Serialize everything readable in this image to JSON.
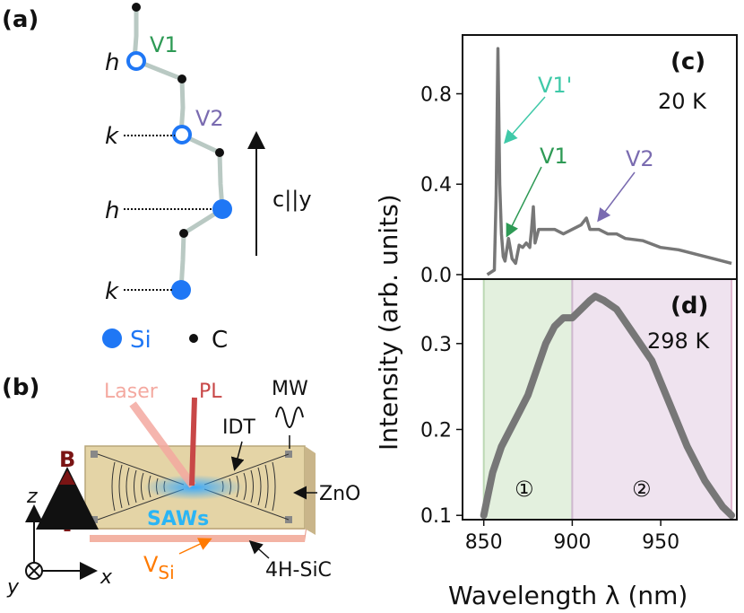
{
  "panel_a": {
    "label": "(a)",
    "site_labels": [
      "h",
      "k",
      "h",
      "k"
    ],
    "defect_labels": [
      "V1",
      "V2"
    ],
    "axis_label": "c||y",
    "legend": {
      "si": "Si",
      "c": "C"
    }
  },
  "panel_b": {
    "label": "(b)",
    "labels": {
      "laser": "Laser",
      "pl": "PL",
      "mw": "MW",
      "idt": "IDT",
      "zno": "ZnO",
      "saws": "SAWs",
      "b": "B",
      "vsi_v": "V",
      "vsi_sub": "Si",
      "substrate": "4H-SiC",
      "z": "z",
      "x": "x",
      "y": "y"
    }
  },
  "figure_axes": {
    "ylabel": "Intensity (arb. units)",
    "xlabel": "Wavelength λ (nm)",
    "xticks": [
      "850",
      "900",
      "950"
    ]
  },
  "chart_data": [
    {
      "panel": "(c)",
      "type": "line",
      "annotation_temp": "20 K",
      "xlim": [
        838,
        993
      ],
      "ylim": [
        -0.02,
        1.06
      ],
      "yticks": [
        "0.0",
        "0.4",
        "0.8"
      ],
      "arrows": [
        "V1'",
        "V1",
        "V2"
      ],
      "colors": {
        "line": "#777777",
        "V1'": "#3fc9a8",
        "V1": "#2e9a55",
        "V2": "#7a6bb0"
      },
      "x": [
        852,
        856,
        857,
        858,
        859,
        860,
        861,
        862,
        864,
        866,
        868,
        870,
        872,
        874,
        876,
        877,
        878,
        879,
        881,
        885,
        890,
        895,
        900,
        905,
        908,
        910,
        915,
        920,
        925,
        930,
        940,
        950,
        960,
        970,
        980,
        990
      ],
      "y": [
        0.0,
        0.02,
        0.35,
        1.0,
        0.4,
        0.18,
        0.08,
        0.06,
        0.16,
        0.07,
        0.05,
        0.13,
        0.12,
        0.14,
        0.12,
        0.2,
        0.3,
        0.14,
        0.2,
        0.2,
        0.2,
        0.18,
        0.2,
        0.22,
        0.25,
        0.2,
        0.2,
        0.18,
        0.18,
        0.16,
        0.15,
        0.12,
        0.11,
        0.09,
        0.07,
        0.05
      ]
    },
    {
      "panel": "(d)",
      "type": "line",
      "annotation_temp": "298 K",
      "xlim": [
        838,
        993
      ],
      "ylim": [
        0.095,
        0.375
      ],
      "yticks": [
        "0.1",
        "0.2",
        "0.3"
      ],
      "regions": [
        {
          "label": "①",
          "x": [
            850,
            900
          ],
          "color": "#e3f0de"
        },
        {
          "label": "②",
          "x": [
            900,
            990
          ],
          "color": "#efe3ef"
        }
      ],
      "colors": {
        "line": "#777777"
      },
      "x": [
        850,
        855,
        860,
        865,
        870,
        875,
        880,
        885,
        890,
        895,
        900,
        905,
        910,
        913,
        918,
        925,
        935,
        945,
        955,
        965,
        975,
        985,
        990
      ],
      "y": [
        0.1,
        0.15,
        0.18,
        0.2,
        0.22,
        0.24,
        0.27,
        0.3,
        0.32,
        0.33,
        0.33,
        0.34,
        0.35,
        0.355,
        0.35,
        0.34,
        0.31,
        0.28,
        0.23,
        0.18,
        0.14,
        0.11,
        0.1
      ]
    }
  ]
}
